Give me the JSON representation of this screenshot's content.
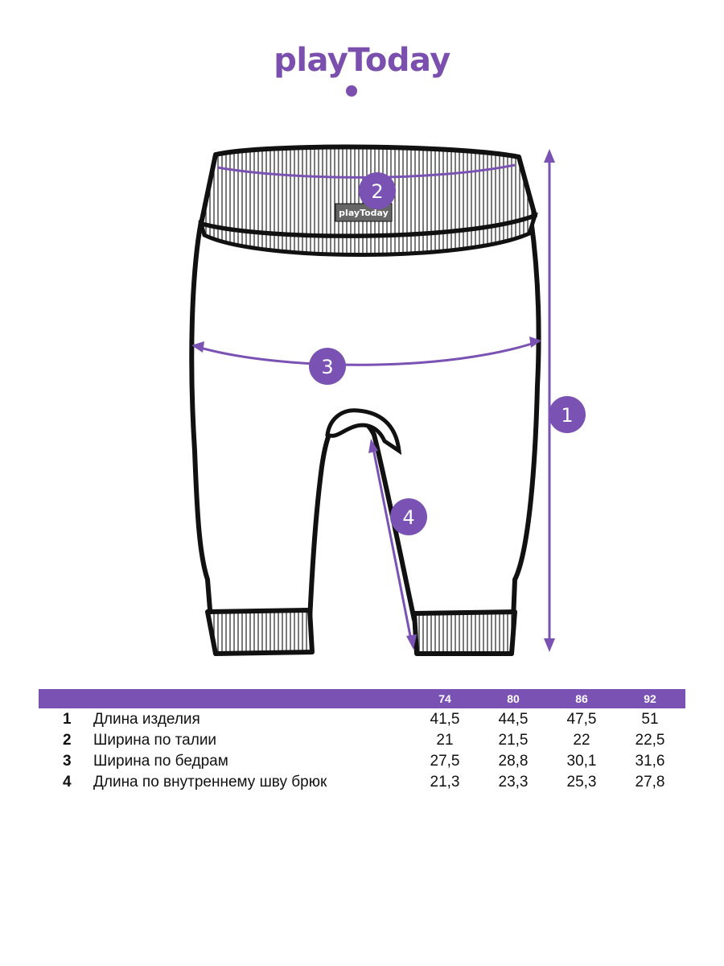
{
  "brand": {
    "logo_text": "playToday"
  },
  "colors": {
    "accent": "#7a52b3",
    "outline": "#111111"
  },
  "diagram": {
    "markers": [
      "1",
      "2",
      "3",
      "4"
    ],
    "waistband_tag": "playToday"
  },
  "table": {
    "sizes": [
      "74",
      "80",
      "86",
      "92"
    ],
    "rows": [
      {
        "num": "1",
        "label": "Длина изделия",
        "values": [
          "41,5",
          "44,5",
          "47,5",
          "51"
        ]
      },
      {
        "num": "2",
        "label": "Ширина по талии",
        "values": [
          "21",
          "21,5",
          "22",
          "22,5"
        ]
      },
      {
        "num": "3",
        "label": "Ширина по бедрам",
        "values": [
          "27,5",
          "28,8",
          "30,1",
          "31,6"
        ]
      },
      {
        "num": "4",
        "label": "Длина по внутреннему шву брюк",
        "values": [
          "21,3",
          "23,3",
          "25,3",
          "27,8"
        ]
      }
    ]
  }
}
